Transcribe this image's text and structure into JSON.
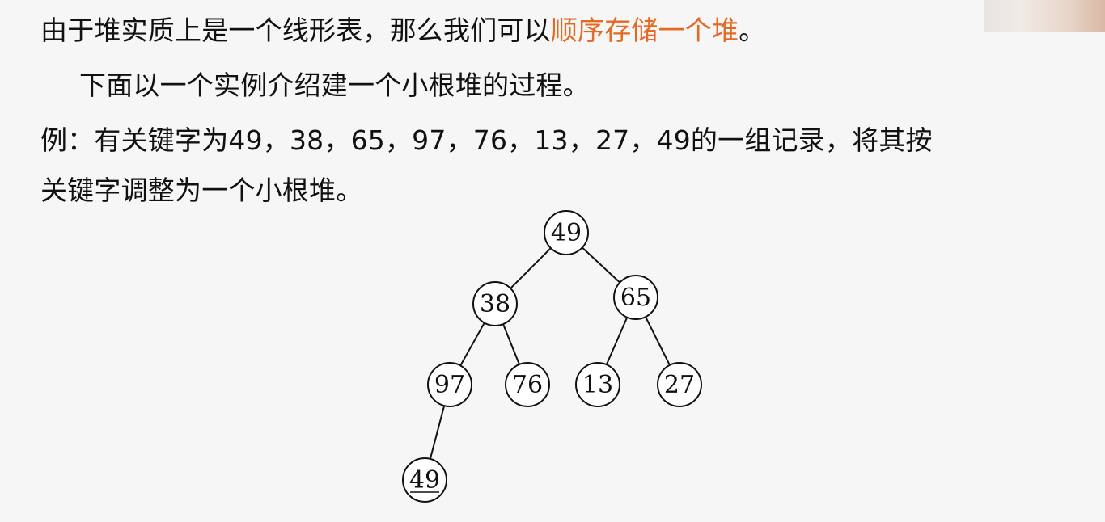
{
  "slide": {
    "line1_prefix": "由于堆实质上是一个线形表，那么我们可以",
    "line1_highlight": "顺序存储一个堆",
    "line1_suffix": "。",
    "line2": "下面以一个实例介绍建一个小根堆的过程。",
    "line3": "例：有关键字为49，38，65，97，76，13，27，49的一组记录，将其按",
    "line4": "关键字调整为一个小根堆。",
    "highlight_color": "#e46a24"
  },
  "tree": {
    "nodes": [
      {
        "id": "n0",
        "label": "49",
        "underlined": false
      },
      {
        "id": "n1",
        "label": "38",
        "underlined": false
      },
      {
        "id": "n2",
        "label": "65",
        "underlined": false
      },
      {
        "id": "n3",
        "label": "97",
        "underlined": false
      },
      {
        "id": "n4",
        "label": "76",
        "underlined": false
      },
      {
        "id": "n5",
        "label": "13",
        "underlined": false
      },
      {
        "id": "n6",
        "label": "27",
        "underlined": false
      },
      {
        "id": "n7",
        "label": "49",
        "underlined": true
      }
    ],
    "edges": [
      [
        "n0",
        "n1"
      ],
      [
        "n0",
        "n2"
      ],
      [
        "n1",
        "n3"
      ],
      [
        "n1",
        "n4"
      ],
      [
        "n2",
        "n5"
      ],
      [
        "n2",
        "n6"
      ],
      [
        "n3",
        "n7"
      ]
    ]
  }
}
